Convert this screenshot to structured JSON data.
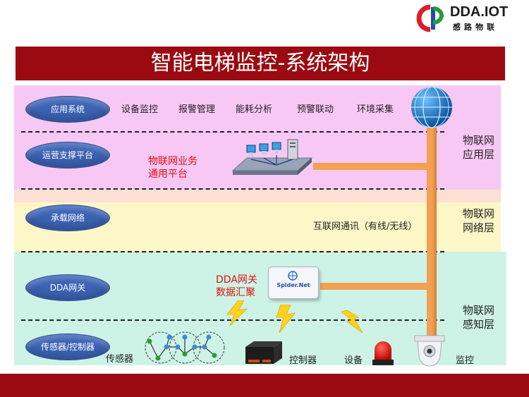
{
  "logo": {
    "text": "DDA.IOT",
    "subtext": "感 路 物 联",
    "color_blue": "#1f4fa8",
    "color_red": "#d8202a",
    "color_green": "#2a9a3a"
  },
  "title": "智能电梯监控-系统架构",
  "colors": {
    "title_bar": "#9a0a10",
    "app_band": "#f8c8f5",
    "net_band": "#fdf7c8",
    "sense_band": "#cdf3e6",
    "pipe": "#f2a052",
    "oval": "#3b62b3"
  },
  "rows": [
    {
      "label": "应用系统"
    },
    {
      "label": "运营支撑平台"
    },
    {
      "label": "承载网络"
    },
    {
      "label": "DDA网关"
    },
    {
      "label": "传感器/控制器"
    }
  ],
  "app_items": [
    "设备监控",
    "报警管理",
    "能耗分析",
    "预警联动",
    "环境采集"
  ],
  "platform_text": [
    "物联网业务",
    "通用平台"
  ],
  "network_text": "互联网通讯（有线/无线）",
  "gateway_text": [
    "DDA网关",
    "数据汇聚"
  ],
  "gateway_device_label": "Spider.Net",
  "layers": [
    {
      "lines": [
        "物联网",
        "应用层"
      ]
    },
    {
      "lines": [
        "物联网",
        "网络层"
      ]
    },
    {
      "lines": [
        "物联网",
        "感知层"
      ]
    }
  ],
  "device_labels": {
    "sensor": "传感器",
    "controller": "控制器",
    "device": "设备",
    "monitor": "监控"
  }
}
